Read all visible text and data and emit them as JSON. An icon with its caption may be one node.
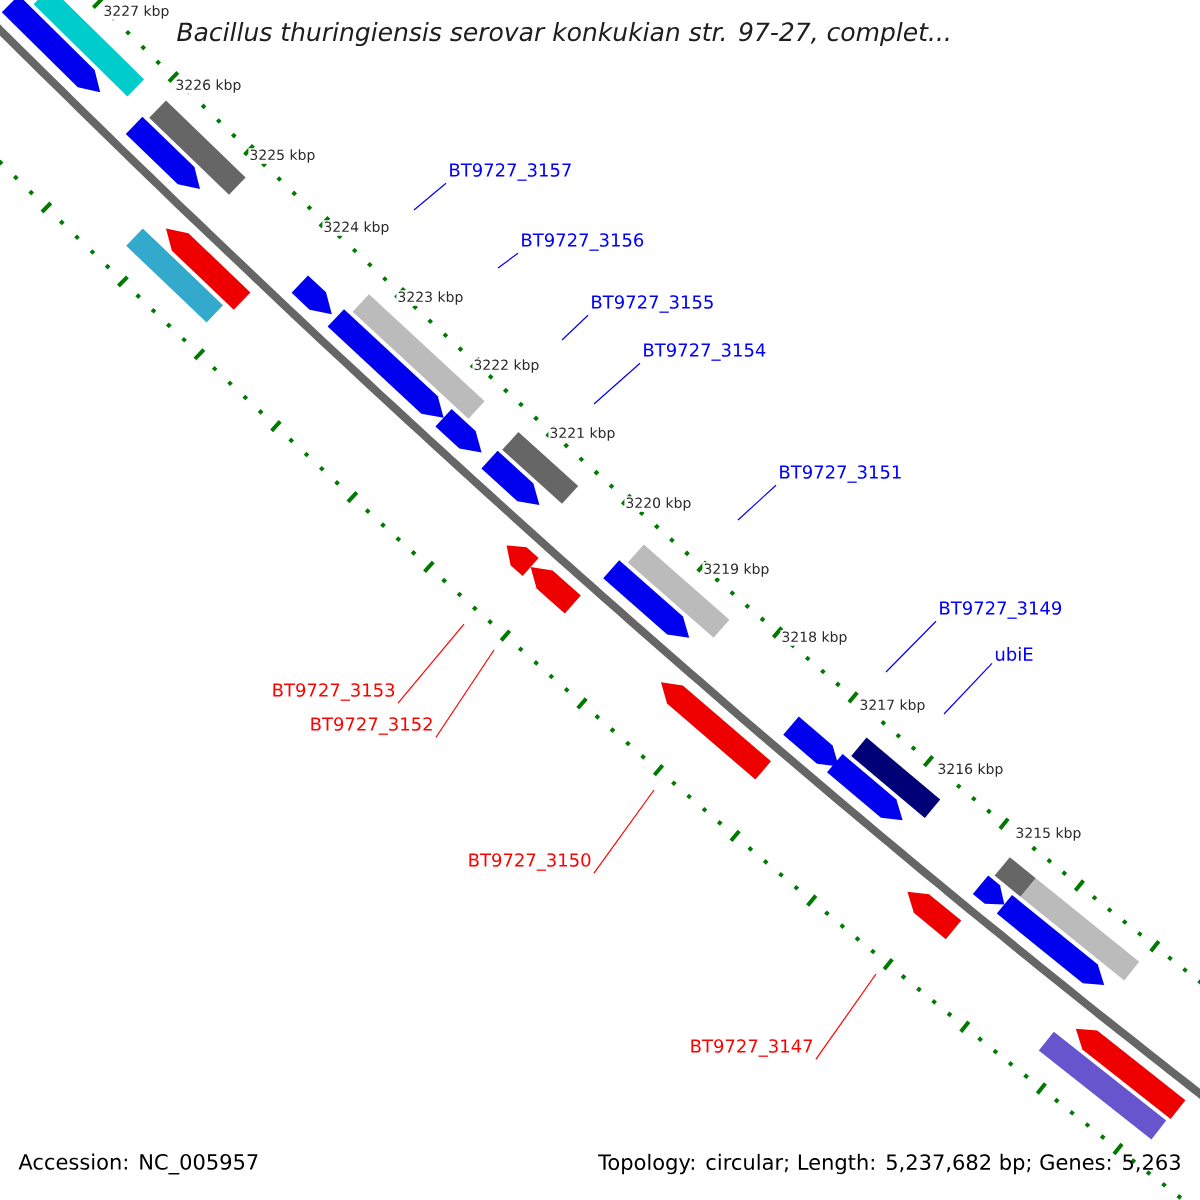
{
  "diagram": {
    "title": "Bacillus thuringiensis serovar konkukian str. 97-27, complet...",
    "nodes": [
      {
        "text": [
          "BT9727_3157"
        ]
      },
      {
        "text": [
          "BT9727_3156"
        ]
      },
      {
        "text": [
          "BT9727_3155"
        ]
      },
      {
        "text": [
          "BT9727_3154"
        ]
      },
      {
        "text": [
          "BT9727_3151"
        ]
      },
      {
        "text": [
          "BT9727_3149"
        ]
      },
      {
        "text": [
          "ubiE"
        ]
      },
      {
        "text": [
          "BT9727_3153"
        ]
      },
      {
        "text": [
          "BT9727_3152"
        ]
      },
      {
        "text": [
          "BT9727_3150"
        ]
      },
      {
        "text": [
          "BT9727_3147"
        ]
      }
    ],
    "edges": [
      {
        "from": 0,
        "to": null,
        "arrow": "none"
      },
      {
        "from": 1,
        "to": null,
        "arrow": "none"
      },
      {
        "from": 2,
        "to": null,
        "arrow": "none"
      },
      {
        "from": 3,
        "to": null,
        "arrow": "none"
      },
      {
        "from": 4,
        "to": null,
        "arrow": "none"
      },
      {
        "from": 5,
        "to": null,
        "arrow": "none"
      },
      {
        "from": 6,
        "to": null,
        "arrow": "none"
      },
      {
        "from": 7,
        "to": null,
        "arrow": "none",
        "color": "#ff0000"
      },
      {
        "from": 8,
        "to": null,
        "arrow": "none",
        "color": "#ff0000"
      },
      {
        "from": 9,
        "to": null,
        "arrow": "none",
        "color": "#ff0000"
      },
      {
        "from": 10,
        "to": null,
        "arrow": "none",
        "color": "#ff0000"
      }
    ],
    "labels": [
      "3227 kbp",
      "3226 kbp",
      "3225 kbp",
      "3224 kbp",
      "3223 kbp",
      "3222 kbp",
      "3221 kbp",
      "3220 kbp",
      "3219 kbp",
      "3218 kbp",
      "3217 kbp",
      "3216 kbp",
      "3215 kbp",
      "Accession: NC_005957",
      "Topology: circular; Length: 5,237,682 bp; Genes: 5,263"
    ]
  }
}
